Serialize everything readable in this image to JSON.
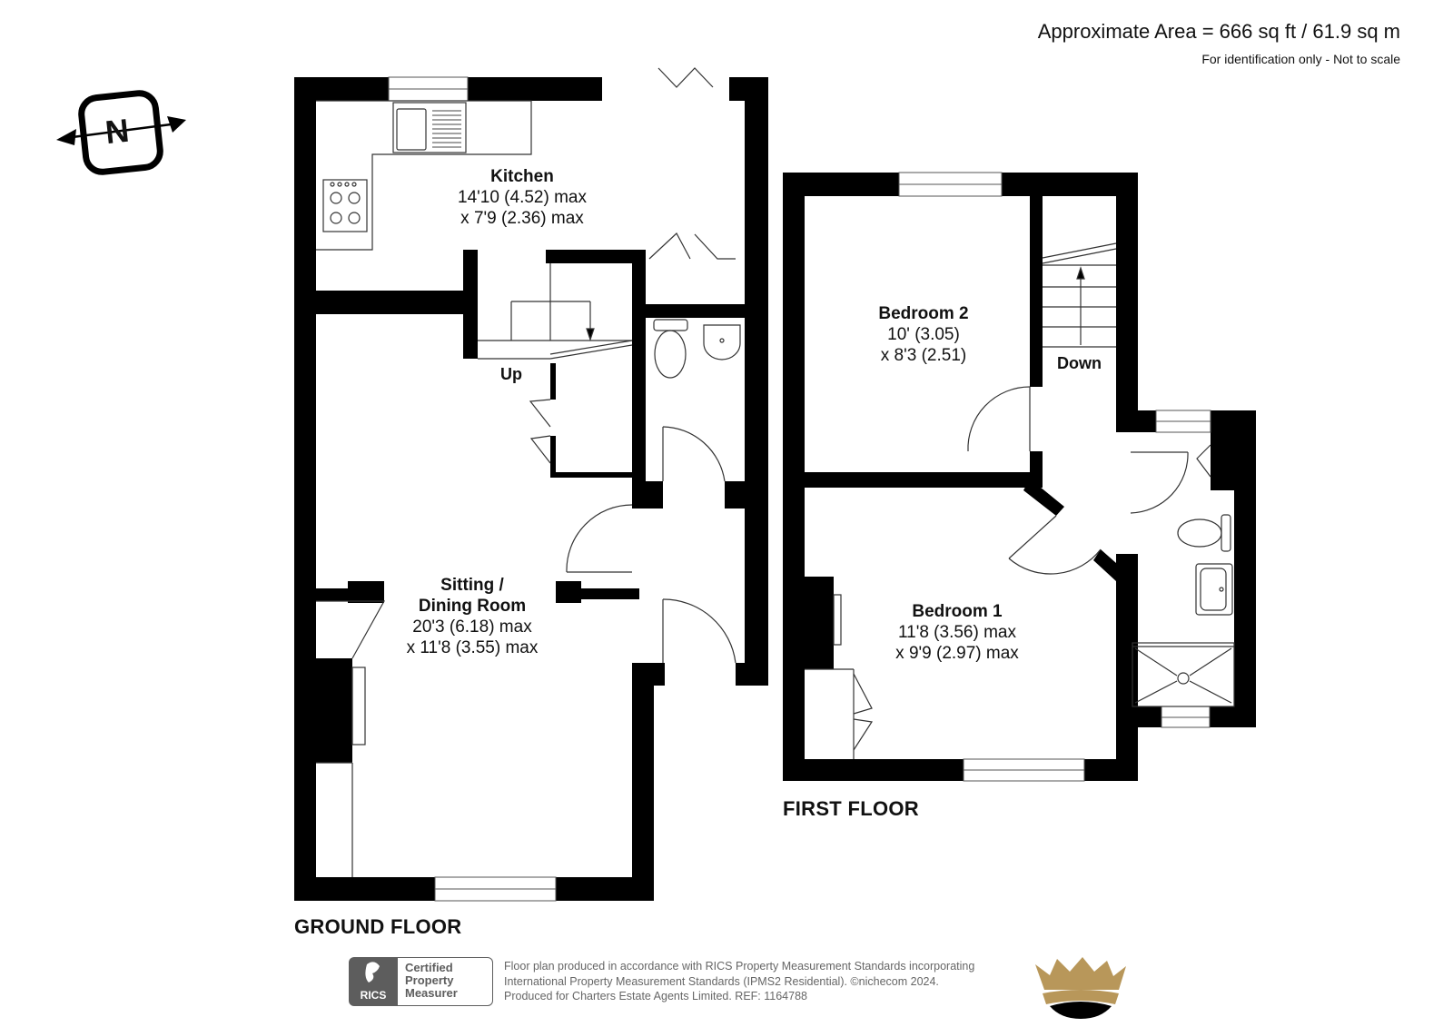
{
  "header": {
    "area": "Approximate Area = 666 sq ft / 61.9 sq m",
    "note": "For identification only - Not to scale"
  },
  "compass": {
    "letter": "N",
    "icon": "compass-north-icon"
  },
  "ground_floor": {
    "title": "GROUND FLOOR",
    "kitchen": {
      "name": "Kitchen",
      "dim1": "14'10 (4.52) max",
      "dim2": "x 7'9 (2.36) max"
    },
    "sitting": {
      "name1": "Sitting /",
      "name2": "Dining Room",
      "dim1": "20'3 (6.18) max",
      "dim2": "x 11'8 (3.55) max"
    },
    "stairs_label": "Up"
  },
  "first_floor": {
    "title": "FIRST FLOOR",
    "bedroom2": {
      "name": "Bedroom 2",
      "dim1": "10' (3.05)",
      "dim2": "x 8'3 (2.51)"
    },
    "bedroom1": {
      "name": "Bedroom 1",
      "dim1": "11'8 (3.56) max",
      "dim2": "x 9'9 (2.97) max"
    },
    "stairs_label": "Down"
  },
  "footer": {
    "line1": "Floor plan produced in accordance with RICS Property Measurement Standards incorporating",
    "line2": "International Property Measurement Standards (IPMS2 Residential). ©nichecom 2024.",
    "line3": "Produced for Charters Estate Agents Limited.   REF:  1164788",
    "badge": {
      "org": "RICS",
      "line1": "Certified",
      "line2": "Property",
      "line3": "Measurer"
    },
    "logo_icon": "crown-icon"
  },
  "colors": {
    "wall": "#000000",
    "text": "#111111",
    "footer_text": "#666666",
    "badge": "#5d5d5d",
    "crown_gold": "#b8975a"
  }
}
